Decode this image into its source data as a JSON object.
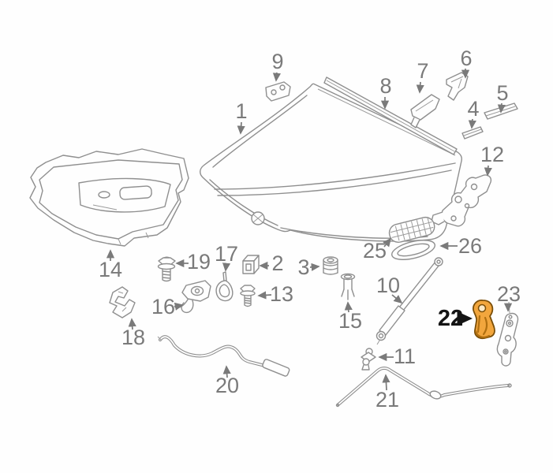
{
  "diagram": {
    "type": "exploded-parts-diagram",
    "subject": "car hood / bonnet assembly",
    "background": "#fefefe",
    "line_color": "#8f8f8f",
    "label_color": "#7a7a7a",
    "highlight": {
      "part_number": "22",
      "fill": "#f2a63d",
      "hole_fill": "#fbe9c6",
      "outline": "#7a4e08",
      "label_color": "#141414"
    }
  },
  "labels": [
    {
      "part": "1",
      "text": "1"
    },
    {
      "part": "2",
      "text": "2"
    },
    {
      "part": "3",
      "text": "3"
    },
    {
      "part": "4",
      "text": "4"
    },
    {
      "part": "5",
      "text": "5"
    },
    {
      "part": "6",
      "text": "6"
    },
    {
      "part": "7",
      "text": "7"
    },
    {
      "part": "8",
      "text": "8"
    },
    {
      "part": "9",
      "text": "9"
    },
    {
      "part": "10",
      "text": "10"
    },
    {
      "part": "11",
      "text": "11"
    },
    {
      "part": "12",
      "text": "12"
    },
    {
      "part": "13",
      "text": "13"
    },
    {
      "part": "14",
      "text": "14"
    },
    {
      "part": "15",
      "text": "15"
    },
    {
      "part": "16",
      "text": "16"
    },
    {
      "part": "17",
      "text": "17"
    },
    {
      "part": "18",
      "text": "18"
    },
    {
      "part": "19",
      "text": "19"
    },
    {
      "part": "20",
      "text": "20"
    },
    {
      "part": "21",
      "text": "21"
    },
    {
      "part": "22",
      "text": "22"
    },
    {
      "part": "23",
      "text": "23"
    },
    {
      "part": "25",
      "text": "25"
    },
    {
      "part": "26",
      "text": "26"
    }
  ]
}
